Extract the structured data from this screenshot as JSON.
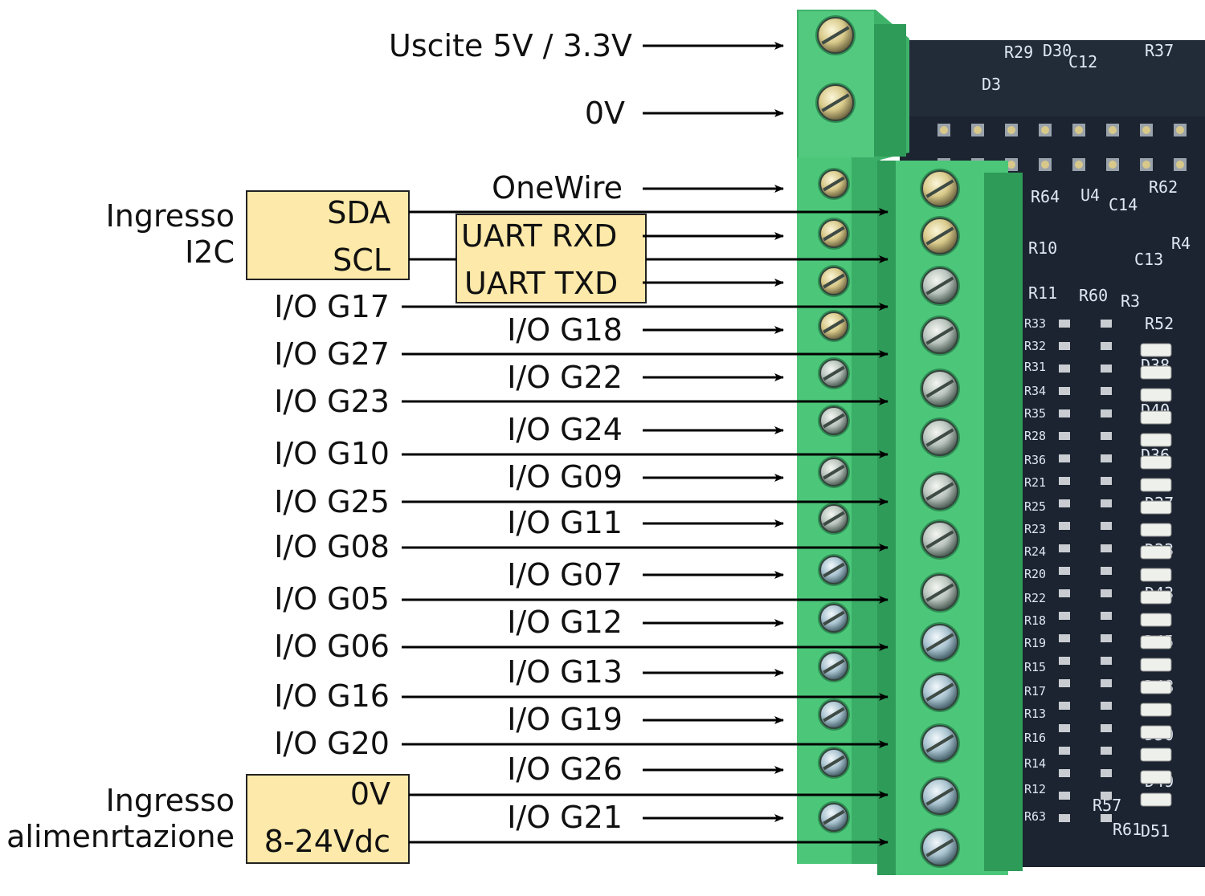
{
  "colors": {
    "label_box_fill": "#fde9a9",
    "terminal_green": "#4cc77a",
    "pcb_dark": "#1b2430",
    "arrow": "#000000"
  },
  "top_labels": {
    "out_5v_3v3": "Uscite 5V / 3.3V",
    "zero_v": "0V"
  },
  "groups": {
    "i2c_title": [
      "Ingresso",
      "I2C"
    ],
    "i2c_pins": [
      "SDA",
      "SCL"
    ],
    "uart_pins": [
      "UART RXD",
      "UART TXD"
    ],
    "power_title": [
      "Ingresso",
      "alimenrtazione"
    ],
    "power_pins": [
      "0V",
      "8-24Vdc"
    ]
  },
  "inner_row_labels": [
    "OneWire",
    "I/O G18",
    "I/O G22",
    "I/O G24",
    "I/O G09",
    "I/O G11",
    "I/O G07",
    "I/O G12",
    "I/O G13",
    "I/O G19",
    "I/O G26",
    "I/O G21"
  ],
  "outer_row_labels": [
    "I/O G17",
    "I/O G27",
    "I/O G23",
    "I/O G10",
    "I/O G25",
    "I/O G08",
    "I/O G05",
    "I/O G06",
    "I/O G16",
    "I/O G20"
  ],
  "pcb_silkscreen": [
    "R29",
    "D30",
    "C12",
    "R37",
    "D3",
    "R64",
    "U4",
    "C14",
    "R62",
    "R4",
    "R10",
    "C13",
    "R11",
    "R60",
    "R3",
    "R52",
    "R33",
    "R32",
    "R31",
    "R34",
    "R35",
    "R28",
    "R36",
    "R21",
    "R25",
    "R23",
    "R24",
    "R20",
    "R22",
    "R18",
    "R19",
    "R15",
    "R17",
    "R13",
    "R16",
    "R14",
    "R12",
    "R63",
    "R57",
    "R61",
    "D38",
    "D40",
    "D36",
    "D27",
    "D33",
    "D43",
    "D45",
    "D48",
    "D50",
    "D49",
    "D51"
  ]
}
